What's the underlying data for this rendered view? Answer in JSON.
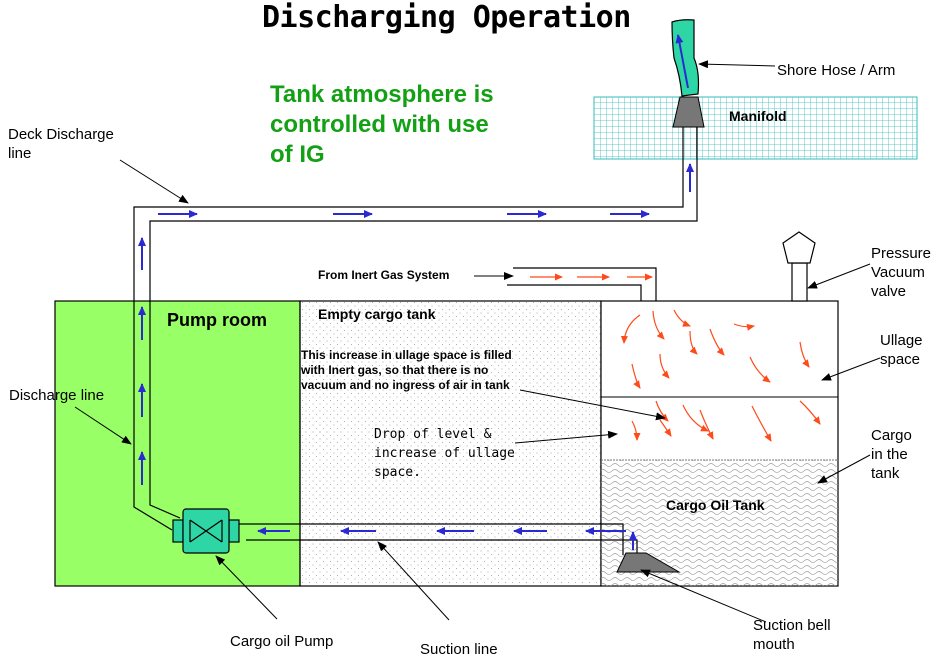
{
  "title": "Discharging Operation",
  "ig_note": "Tank atmosphere is\ncontrolled with use\nof IG",
  "labels": {
    "shore_hose": "Shore Hose / Arm",
    "manifold": "Manifold",
    "deck_discharge_line": "Deck Discharge\nline",
    "from_inert_gas": "From Inert Gas System",
    "pressure_vacuum_valve": "Pressure\nVacuum\nvalve",
    "pump_room": "Pump room",
    "empty_cargo_tank": "Empty cargo tank",
    "ullage_note": "This increase in ullage space is filled\nwith Inert gas, so that there is no\nvacuum and no ingress of air in tank",
    "ullage_space": "Ullage\nspace",
    "discharge_line": "Discharge  line",
    "drop_of_level": "Drop of level &\nincrease of ullage\nspace.",
    "cargo_in_tank": "Cargo\nin the\ntank",
    "cargo_oil_tank": "Cargo Oil Tank",
    "cargo_oil_pump": "Cargo oil Pump",
    "suction_line": "Suction line",
    "suction_bell_mouth": "Suction bell\nmouth"
  },
  "colors": {
    "pump_room_fill": "#99ff66",
    "manifold_grid": "#33bbbb",
    "pump_fill": "#2fd6a5",
    "flow_arrow": "#2a2ad0",
    "ig_arrow": "#ff4a1a",
    "note_green": "#14a014"
  }
}
